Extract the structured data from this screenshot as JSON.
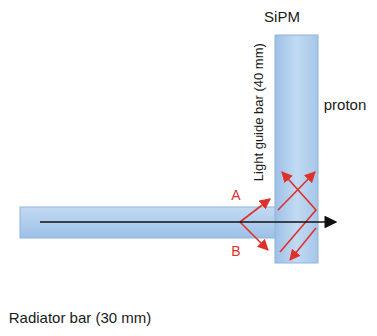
{
  "diagram": {
    "labels": [
      "SiPM",
      "Light guide bar (40 mm)",
      "proton",
      "A",
      "B",
      "Radiator bar (30 mm)"
    ]
  }
}
